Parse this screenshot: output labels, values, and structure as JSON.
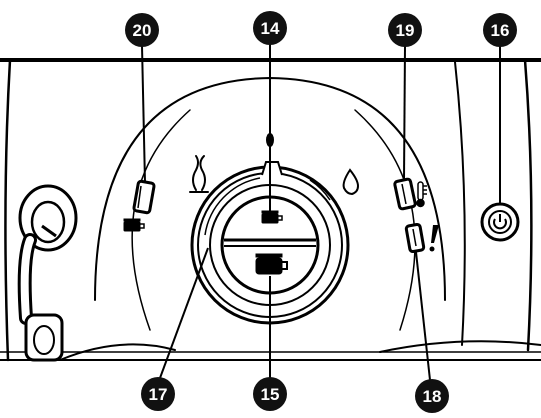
{
  "colors": {
    "line": "#000000",
    "background": "#ffffff",
    "badge_fill": "#111111",
    "badge_text": "#ffffff"
  },
  "callouts": [
    {
      "id": "20",
      "label": "20",
      "target": "steam-selector-button"
    },
    {
      "id": "14",
      "label": "14",
      "target": "one-cup-button"
    },
    {
      "id": "19",
      "label": "19",
      "target": "hot-water-selector-button"
    },
    {
      "id": "16",
      "label": "16",
      "target": "on-off-button"
    },
    {
      "id": "17",
      "label": "17",
      "target": "function-selector-dial"
    },
    {
      "id": "15",
      "label": "15",
      "target": "two-cup-button"
    },
    {
      "id": "18",
      "label": "18",
      "target": "alarm-indicator-light"
    }
  ],
  "icons": {
    "steam": "steam-icon",
    "small_cup": "small-cup-icon",
    "one_cup": "one-cup-icon",
    "two_cup": "two-cup-icon",
    "coffee_bean": "coffee-bean-icon",
    "water_drop": "water-drop-icon",
    "thermometer": "thermometer-icon",
    "alarm": "alarm-exclamation-icon",
    "power": "power-icon"
  }
}
